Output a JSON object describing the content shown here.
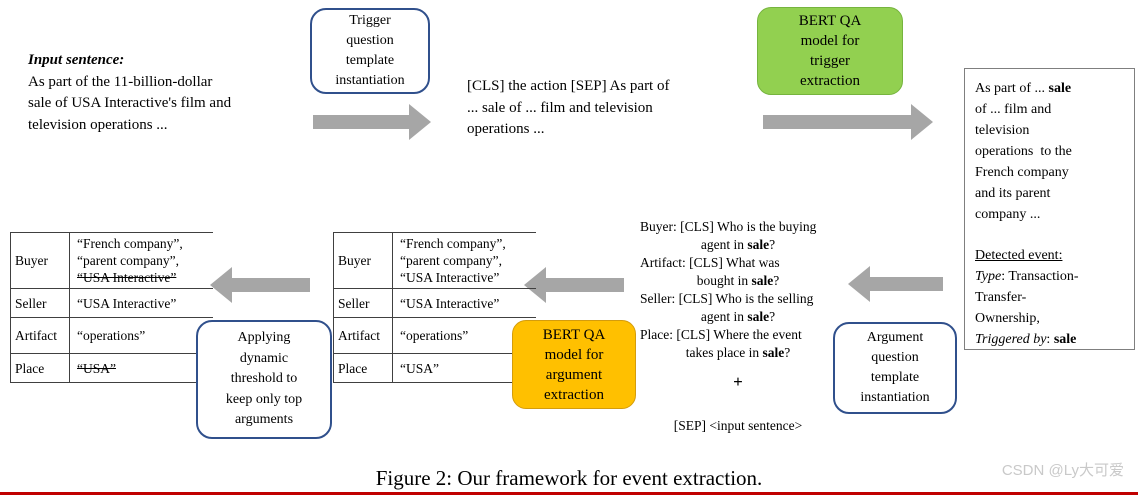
{
  "page": {
    "caption": "Figure 2: Our framework for event extraction.",
    "watermark": "CSDN @Ly大可爱",
    "colors": {
      "green-box": "#92d050",
      "yellow-box": "#ffc000",
      "blue-border": "#30508c",
      "arrow": "#a6a6a6",
      "box-border-gray": "#7f7f7f",
      "table-line": "#404040",
      "bottom-line": "#c00000",
      "watermark": "#c9c9c9"
    }
  },
  "input_block": {
    "label": "Input sentence:",
    "text": "As part of the 11-billion-dollar\nsale of USA Interactive's film and\ntelevision operations ..."
  },
  "flow": {
    "trigger_template_label": "Trigger\nquestion\ntemplate\ninstantiation",
    "trigger_input_text": "[CLS] the action [SEP] As part of\n... sale of ... film and television\noperations ...",
    "bert_trigger_label": "BERT QA\nmodel for\ntrigger\nextraction",
    "argument_template_label": "Argument\nquestion\ntemplate\ninstantiation",
    "bert_argument_label": "BERT QA\nmodel for\nargument\nextraction",
    "threshold_label": "Applying\ndynamic\nthreshold to\nkeep only top\narguments",
    "plus": "+",
    "sep_input": "[SEP] <input sentence>"
  },
  "trigger_output": {
    "sentence_lines": [
      {
        "seg": [
          {
            "t": "As part of ... "
          },
          {
            "t": "sale",
            "f": "b"
          }
        ]
      },
      {
        "seg": [
          {
            "t": "of ... film and"
          }
        ]
      },
      {
        "seg": [
          {
            "t": "television"
          }
        ]
      },
      {
        "seg": [
          {
            "t": "operations  to the"
          }
        ]
      },
      {
        "seg": [
          {
            "t": "French company"
          }
        ]
      },
      {
        "seg": [
          {
            "t": "and its parent"
          }
        ]
      },
      {
        "seg": [
          {
            "t": "company ..."
          }
        ]
      }
    ],
    "event_lines": [
      {
        "seg": [
          {
            "t": "Detected event:",
            "f": "u"
          }
        ]
      },
      {
        "seg": [
          {
            "t": "Type",
            "f": "i"
          },
          {
            "t": ": Transaction-"
          }
        ]
      },
      {
        "seg": [
          {
            "t": "Transfer-"
          }
        ]
      },
      {
        "seg": [
          {
            "t": "Ownership,"
          }
        ]
      },
      {
        "seg": [
          {
            "t": "Triggered by",
            "f": "i"
          },
          {
            "t": ": "
          },
          {
            "t": "sale",
            "f": "b"
          }
        ]
      }
    ]
  },
  "argument_questions": {
    "lines": [
      {
        "seg": [
          {
            "t": "Buyer: [CLS] Who is the buying"
          }
        ]
      },
      {
        "c": 1,
        "seg": [
          {
            "t": "agent in "
          },
          {
            "t": "sale",
            "f": "b"
          },
          {
            "t": "?"
          }
        ]
      },
      {
        "seg": [
          {
            "t": "Artifact: [CLS] What was"
          }
        ]
      },
      {
        "c": 1,
        "seg": [
          {
            "t": "bought in "
          },
          {
            "t": "sale",
            "f": "b"
          },
          {
            "t": "?"
          }
        ]
      },
      {
        "seg": [
          {
            "t": "Seller: [CLS] Who is the selling"
          }
        ]
      },
      {
        "c": 1,
        "seg": [
          {
            "t": "agent in "
          },
          {
            "t": "sale",
            "f": "b"
          },
          {
            "t": "?"
          }
        ]
      },
      {
        "seg": [
          {
            "t": "Place: [CLS] Where the event"
          }
        ]
      },
      {
        "c": 1,
        "seg": [
          {
            "t": "takes place in "
          },
          {
            "t": "sale",
            "f": "b"
          },
          {
            "t": "?"
          }
        ]
      }
    ]
  },
  "candidate_table": {
    "rows": [
      {
        "label": "Buyer",
        "values": [
          {
            "t": "“French company”,"
          },
          {
            "t": "“parent company”,"
          },
          {
            "t": "“USA Interactive”"
          }
        ]
      },
      {
        "label": "Seller",
        "values": [
          {
            "t": "“USA Interactive”"
          }
        ]
      },
      {
        "label": "Artifact",
        "values": [
          {
            "t": "“operations”"
          }
        ]
      },
      {
        "label": "Place",
        "values": [
          {
            "t": "“USA”"
          }
        ]
      }
    ]
  },
  "final_table": {
    "rows": [
      {
        "label": "Buyer",
        "values": [
          {
            "t": "“French company”,"
          },
          {
            "t": "“parent company”,"
          },
          {
            "t": "“USA Interactive”",
            "f": "s"
          }
        ]
      },
      {
        "label": "Seller",
        "values": [
          {
            "t": "“USA Interactive”"
          }
        ]
      },
      {
        "label": "Artifact",
        "values": [
          {
            "t": "“operations”"
          }
        ]
      },
      {
        "label": "Place",
        "values": [
          {
            "t": "“USA”",
            "f": "s"
          }
        ]
      }
    ]
  }
}
